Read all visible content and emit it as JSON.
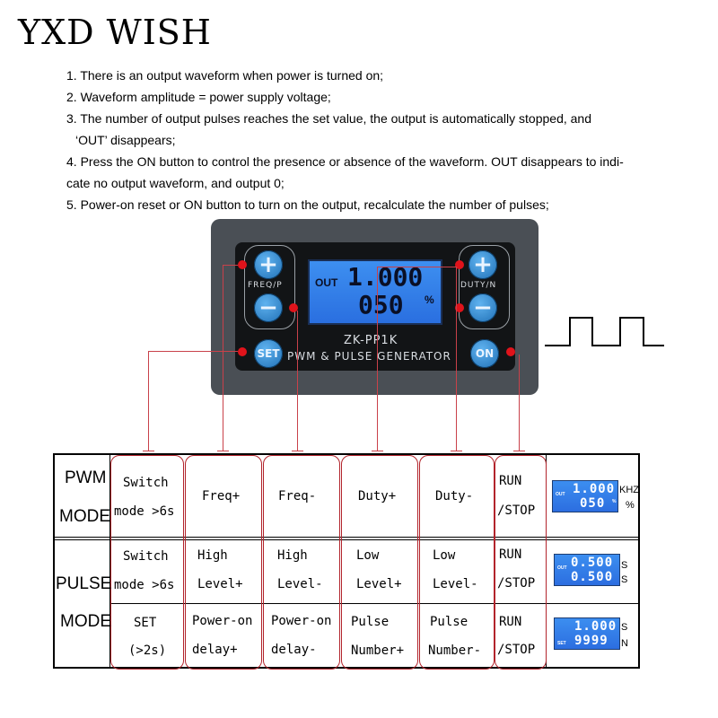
{
  "brand": "YXD WISH",
  "notes": [
    "1. There is an output waveform when power is turned on;",
    "2. Waveform amplitude = power supply voltage;",
    "3. The number of output pulses reaches the set value, the output is automatically stopped, and",
    "‘OUT’   disappears;",
    "4. Press the ON button to control the presence or absence of the waveform. OUT disappears to indi-",
    "cate no output waveform, and output 0;",
    "5. Power-on reset or ON button to turn on the output, recalculate the number of pulses;"
  ],
  "device": {
    "lcd": {
      "out_label": "OUT",
      "line1": "1.000",
      "line2": "050",
      "unit": "%"
    },
    "model": "ZK-PP1K",
    "subtitle": "PWM & PULSE GENERATOR",
    "freq_label": "FREQ/P",
    "duty_label": "DUTY/N",
    "buttons": {
      "plus": "+",
      "minus": "−",
      "set": "SET",
      "on": "ON"
    }
  },
  "table": {
    "pwm": {
      "label1": "PWM",
      "label2": "MODE",
      "cells": [
        [
          "Switch",
          "mode >6s"
        ],
        [
          "Freq+"
        ],
        [
          "Freq-"
        ],
        [
          "Duty+"
        ],
        [
          "Duty-"
        ],
        [
          "RUN",
          "/STOP"
        ]
      ],
      "display": {
        "small": "OUT",
        "line1": "1.000",
        "line2": "050",
        "mark": "%",
        "unit1": "KHZ",
        "unit2": "%"
      }
    },
    "pulse": {
      "label1": "PULSE",
      "label2": "MODE",
      "row1": [
        [
          "Switch",
          "mode >6s"
        ],
        [
          "High",
          "Level+"
        ],
        [
          "High",
          "Level-"
        ],
        [
          "Low",
          "Level+"
        ],
        [
          "Low",
          "Level-"
        ],
        [
          "RUN",
          "/STOP"
        ]
      ],
      "row2": [
        [
          "SET",
          "(>2s)"
        ],
        [
          "Power-on",
          "delay+"
        ],
        [
          "Power-on",
          "delay-"
        ],
        [
          "Pulse",
          "Number+"
        ],
        [
          "Pulse",
          "Number-"
        ],
        [
          "RUN",
          "/STOP"
        ]
      ],
      "display1": {
        "small": "OUT",
        "line1": "0.500",
        "line2": "0.500",
        "unit1": "S",
        "unit2": "S"
      },
      "display2": {
        "small": "SET",
        "line1": "1.000",
        "line2": "9999",
        "unit1": "S",
        "unit2": "N"
      }
    }
  },
  "colors": {
    "accent_red": "#e0131b",
    "lcd_blue": "#2f7de8",
    "button_blue": "#2b82cf"
  }
}
